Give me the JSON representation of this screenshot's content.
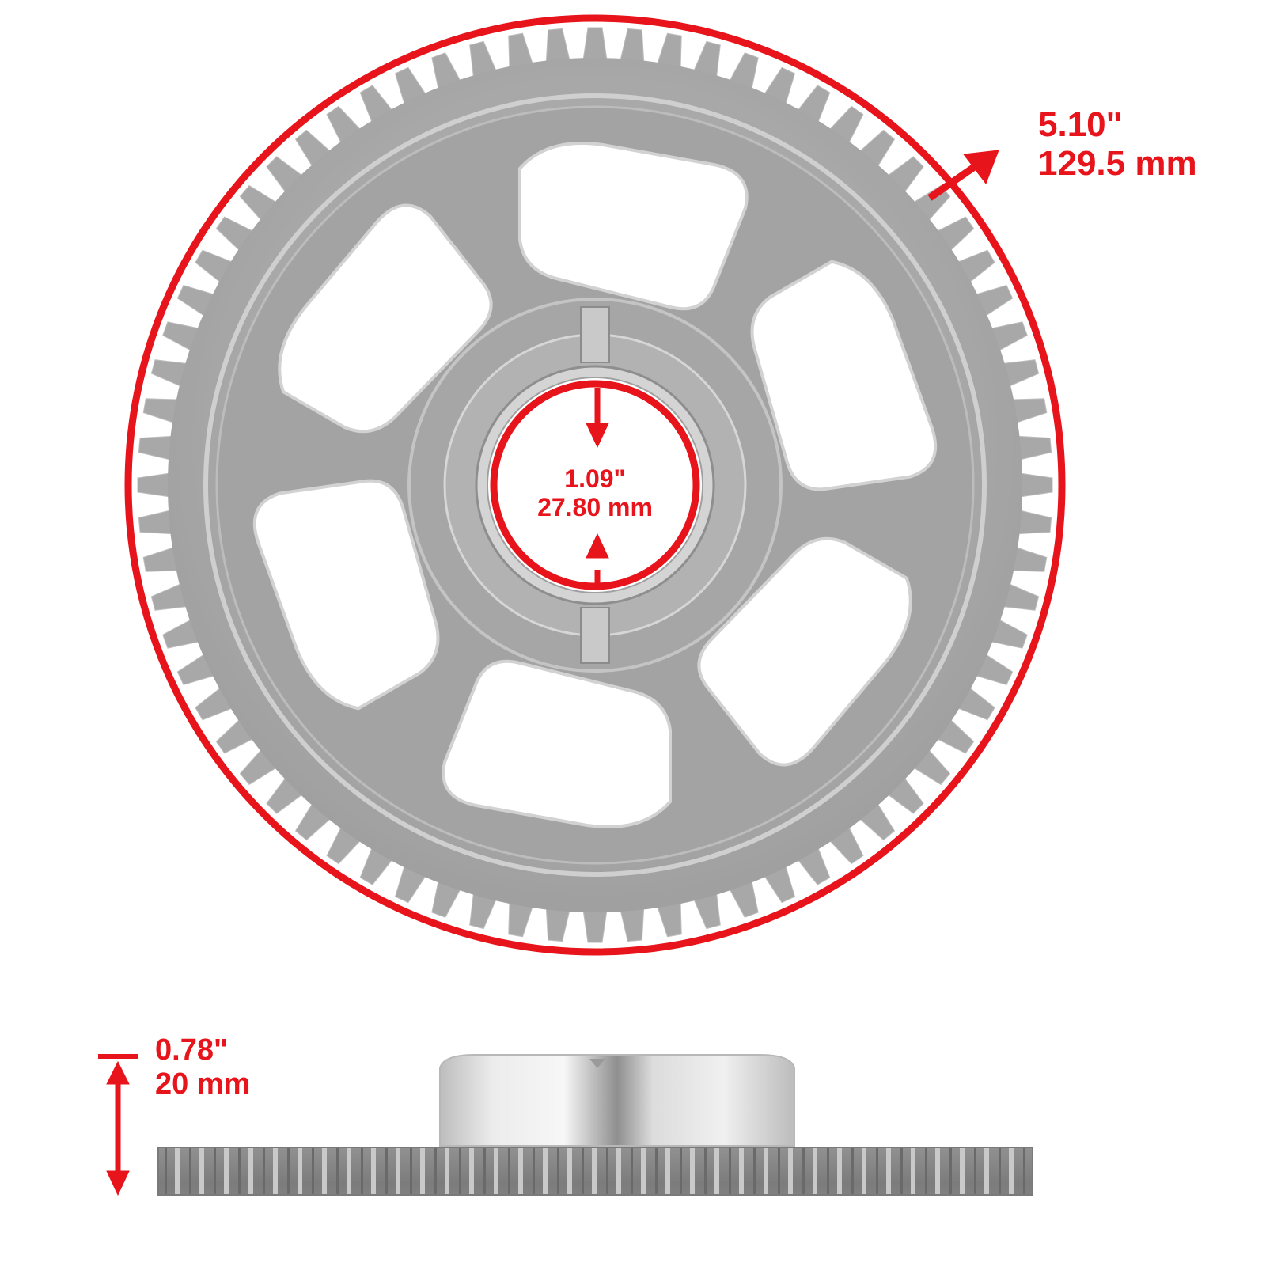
{
  "colors": {
    "annotation": "#e8141b",
    "metal_light": "#c8c8c8",
    "metal_mid": "#a9a9a9",
    "metal_dark": "#8a8a8a",
    "background": "#ffffff"
  },
  "product": {
    "name": "starter clutch gear",
    "teeth_estimate": 72,
    "spoke_windows": 6,
    "hub_key_slots": 2
  },
  "dimensions": {
    "outer_diameter": {
      "inches": "5.10\"",
      "mm": "129.5 mm",
      "icon": "diagonal-arrow-icon"
    },
    "inner_diameter": {
      "inches": "1.09\"",
      "mm": "27.80 mm",
      "icon": "double-arrow-inward-icon"
    },
    "height": {
      "inches": "0.78\"",
      "mm": "20 mm",
      "icon": "vertical-double-arrow-icon"
    }
  },
  "views": [
    {
      "name": "front-view",
      "description": "face-on view of gear with spokes and hub"
    },
    {
      "name": "side-view",
      "description": "profile view showing hub boss above toothed rim"
    }
  ]
}
